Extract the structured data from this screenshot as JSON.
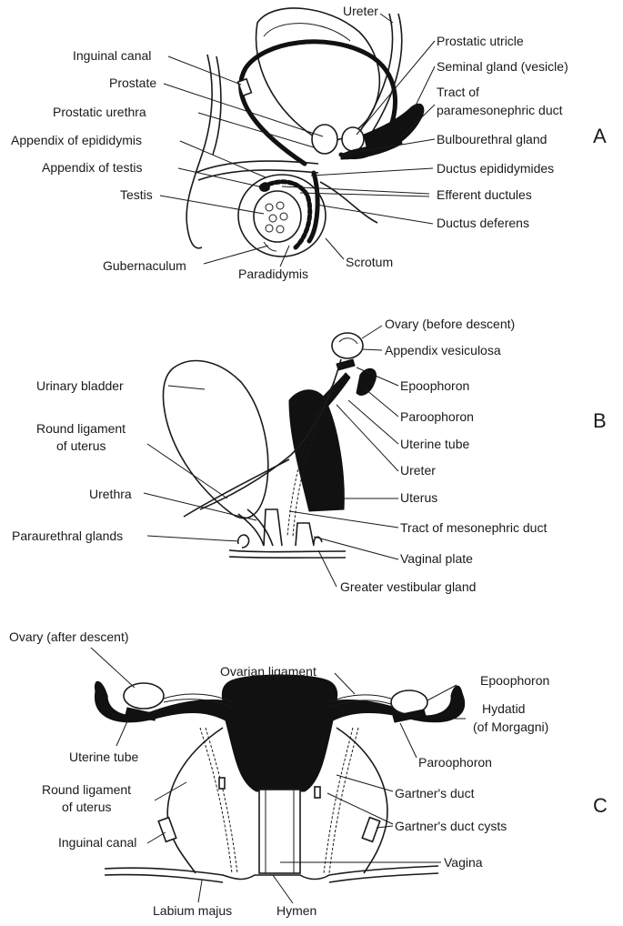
{
  "panels": {
    "a": {
      "letter": "A",
      "labels": {
        "ureter": "Ureter",
        "prostatic_utricle": "Prostatic utricle",
        "seminal_gland": "Seminal gland (vesicle)",
        "tract_line1": "Tract of",
        "tract_line2": "paramesonephric duct",
        "bulbourethral_gland": "Bulbourethral gland",
        "ductus_epididymides": "Ductus epididymides",
        "efferent_ductules": "Efferent ductules",
        "ductus_deferens": "Ductus deferens",
        "scrotum": "Scrotum",
        "paradidymis": "Paradidymis",
        "gubernaculum": "Gubernaculum",
        "testis": "Testis",
        "appendix_of_testis": "Appendix of testis",
        "appendix_of_epididymis": "Appendix of epididymis",
        "prostatic_urethra": "Prostatic urethra",
        "prostate": "Prostate",
        "inguinal_canal": "Inguinal canal"
      }
    },
    "b": {
      "letter": "B",
      "labels": {
        "ovary_before_descent": "Ovary (before descent)",
        "appendix_vesiculosa": "Appendix vesiculosa",
        "epoophoron": "Epoophoron",
        "paroophoron": "Paroophoron",
        "uterine_tube": "Uterine tube",
        "ureter": "Ureter",
        "uterus": "Uterus",
        "tract_of_mesonephric_duct": "Tract of mesonephric duct",
        "vaginal_plate": "Vaginal plate",
        "greater_vestibular_gland": "Greater vestibular gland",
        "urinary_bladder": "Urinary bladder",
        "round_ligament_line1": "Round ligament",
        "round_ligament_line2": "of uterus",
        "urethra": "Urethra",
        "paraurethral_glands": "Paraurethral glands"
      }
    },
    "c": {
      "letter": "C",
      "labels": {
        "ovary_after_descent": "Ovary (after descent)",
        "ovarian_ligament": "Ovarian ligament",
        "epoophoron": "Epoophoron",
        "hydatid_line1": "Hydatid",
        "hydatid_line2": "(of Morgagni)",
        "uterine_tube": "Uterine tube",
        "paroophoron": "Paroophoron",
        "round_ligament_line1": "Round ligament",
        "round_ligament_line2": "of uterus",
        "gartners_duct": "Gartner's duct",
        "gartners_duct_cysts": "Gartner's duct cysts",
        "inguinal_canal": "Inguinal canal",
        "vagina": "Vagina",
        "labium_majus": "Labium majus",
        "hymen": "Hymen"
      }
    }
  }
}
